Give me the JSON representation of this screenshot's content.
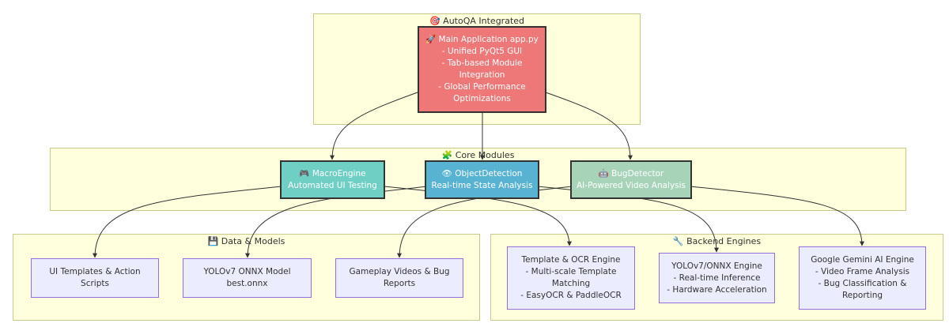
{
  "clusters": {
    "integrated": {
      "title": "🎯 AutoQA Integrated"
    },
    "core": {
      "title": "🧩 Core Modules"
    },
    "data": {
      "title": "💾 Data & Models"
    },
    "backend": {
      "title": "🔧 Backend Engines"
    }
  },
  "nodes": {
    "main": {
      "lines": [
        "🚀 Main Application app.py",
        "- Unified PyQt5 GUI",
        "- Tab-based Module",
        "Integration",
        "- Global Performance",
        "Optimizations"
      ]
    },
    "macro": {
      "lines": [
        "🎮 MacroEngine",
        "Automated UI Testing"
      ]
    },
    "object": {
      "lines": [
        "👁 ObjectDetection",
        "Real-time State Analysis"
      ]
    },
    "bug": {
      "lines": [
        "🤖 BugDetector",
        "AI-Powered Video Analysis"
      ]
    },
    "ui_templates": {
      "lines": [
        "UI Templates & Action",
        "Scripts"
      ]
    },
    "yolo_model": {
      "lines": [
        "YOLOv7 ONNX Model",
        "best.onnx"
      ]
    },
    "gameplay": {
      "lines": [
        "Gameplay Videos & Bug",
        "Reports"
      ]
    },
    "template_ocr": {
      "lines": [
        "Template & OCR Engine",
        "- Multi-scale Template",
        "Matching",
        "- EasyOCR & PaddleOCR"
      ]
    },
    "yolo_engine": {
      "lines": [
        "YOLOv7/ONNX Engine",
        "- Real-time Inference",
        "- Hardware Acceleration"
      ]
    },
    "gemini": {
      "lines": [
        "Google Gemini AI Engine",
        "- Video Frame Analysis",
        "- Bug Classification &",
        "Reporting"
      ]
    }
  }
}
